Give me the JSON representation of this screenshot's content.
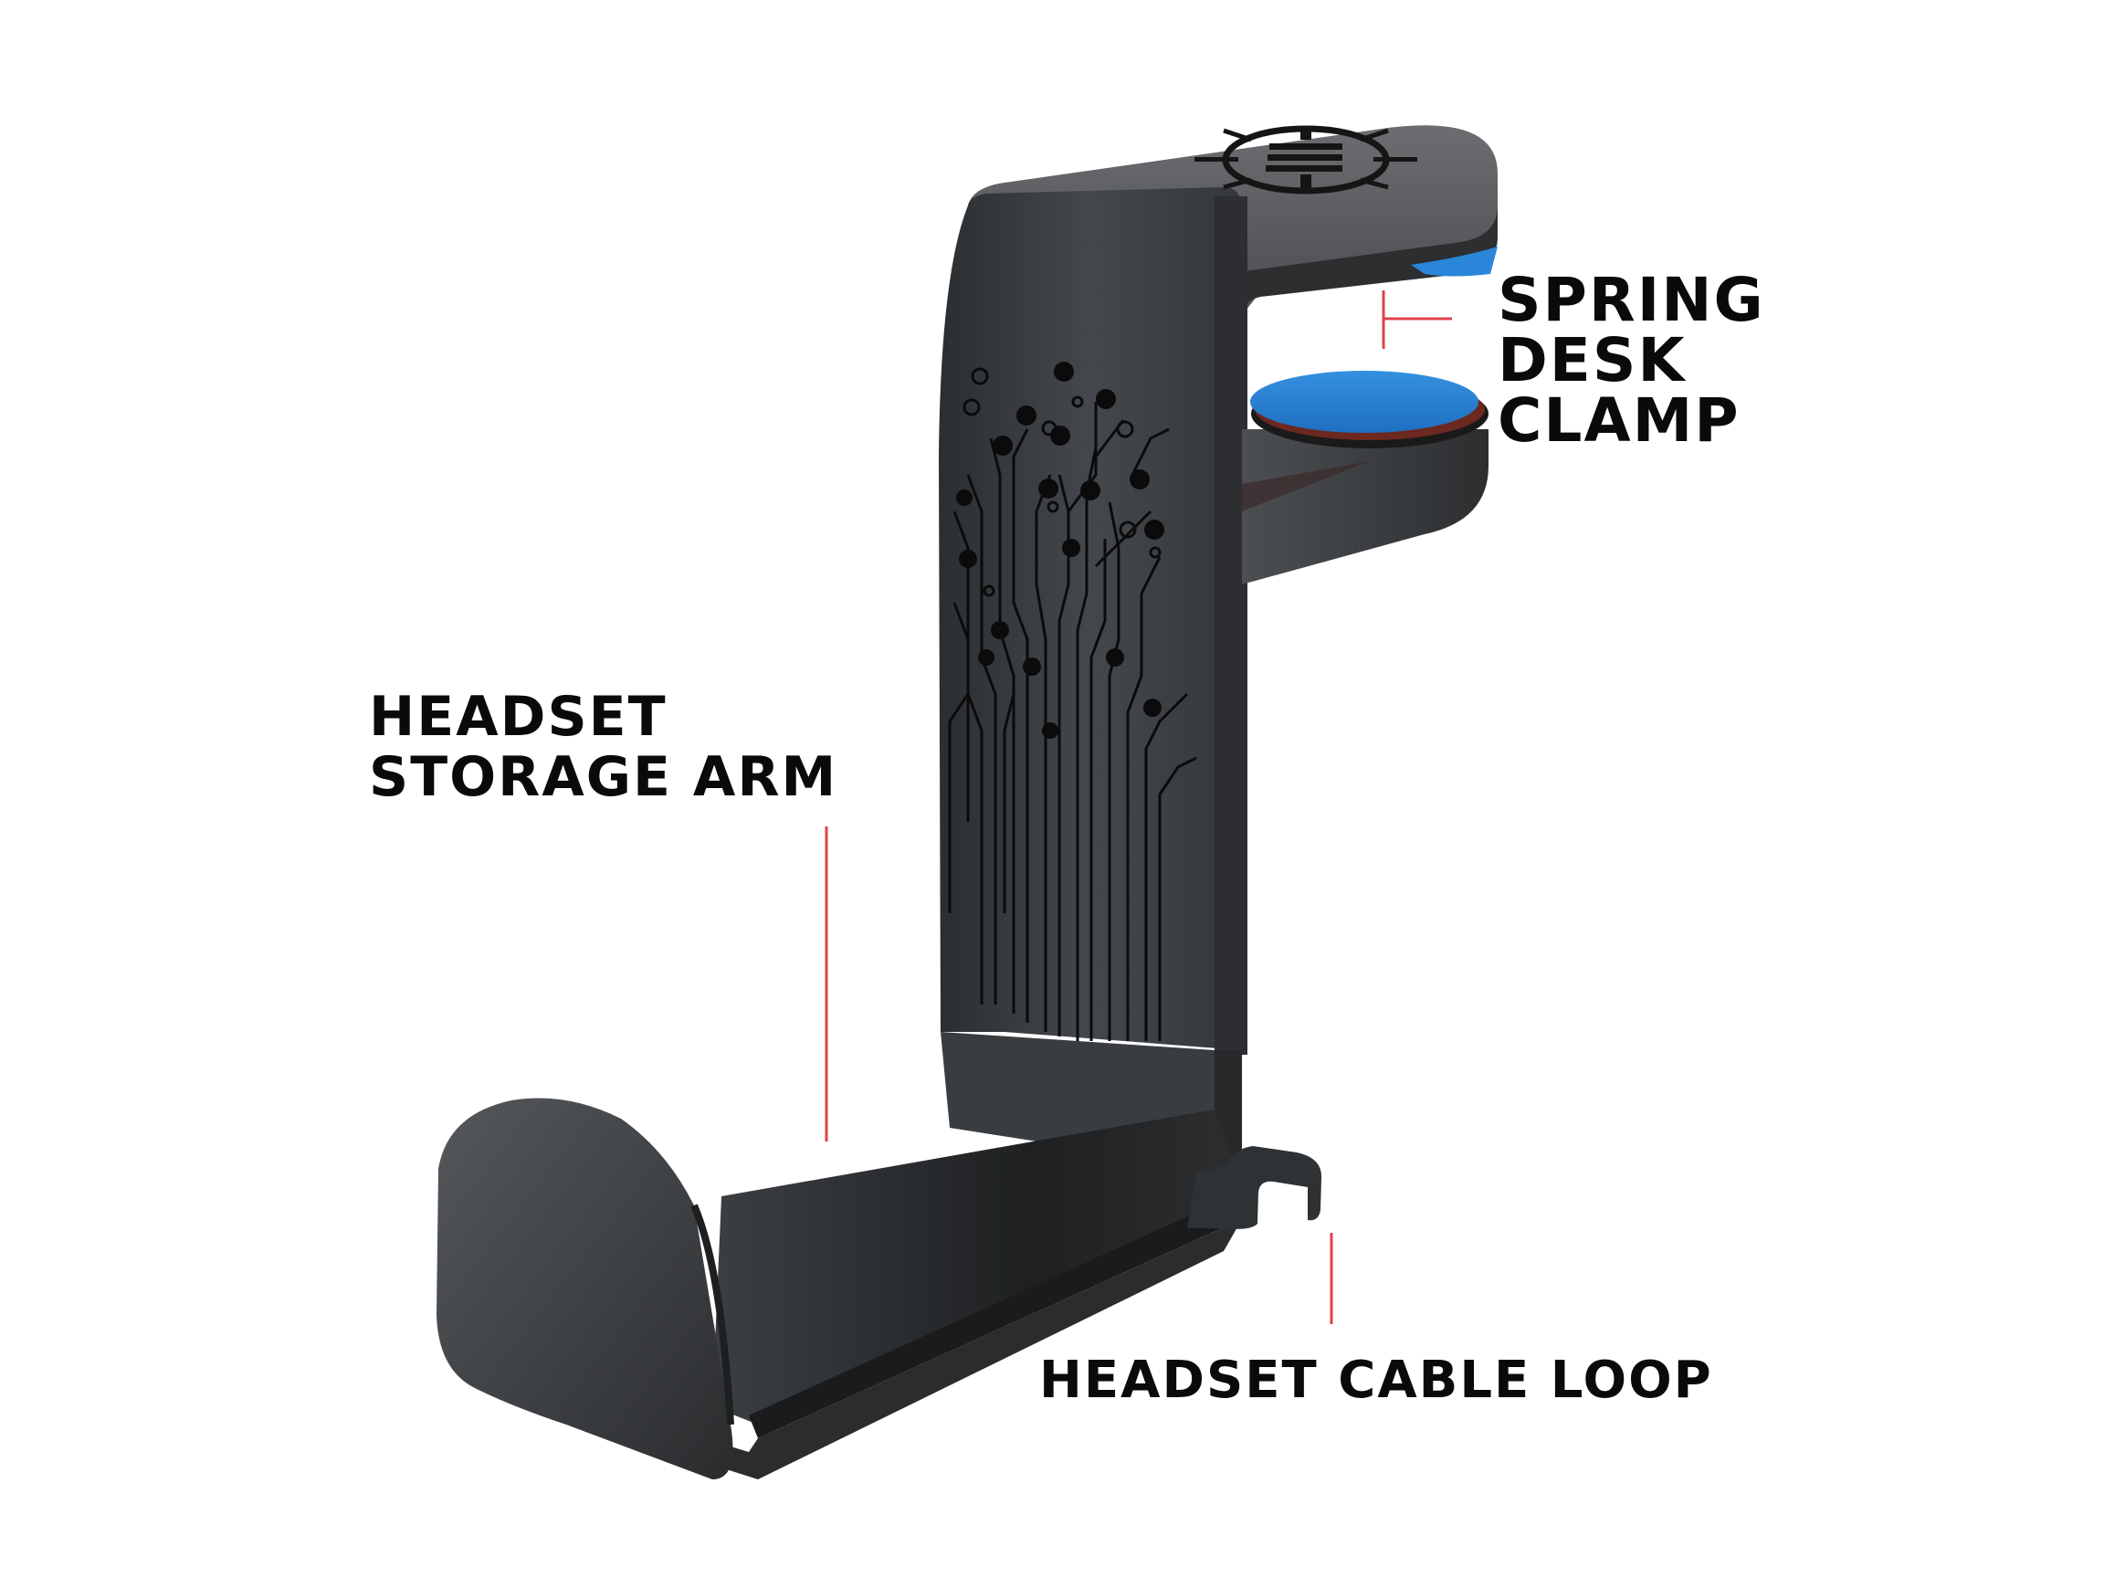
{
  "image": {
    "subject": "Headset hanger with spring desk clamp",
    "background": "#ffffff",
    "body_color": "#3a3d40",
    "pad_color": "#2a7fd0",
    "callout_line_color": "#e0414a"
  },
  "callouts": {
    "spring_desk_clamp": {
      "lines": [
        "SPRING",
        "DESK",
        "CLAMP"
      ]
    },
    "headset_storage_arm": {
      "lines": [
        "HEADSET",
        "STORAGE ARM"
      ]
    },
    "headset_cable_loop": {
      "lines": [
        "HEADSET CABLE LOOP"
      ]
    }
  },
  "logo": {
    "name": "brand-logo-gear-emblem"
  }
}
